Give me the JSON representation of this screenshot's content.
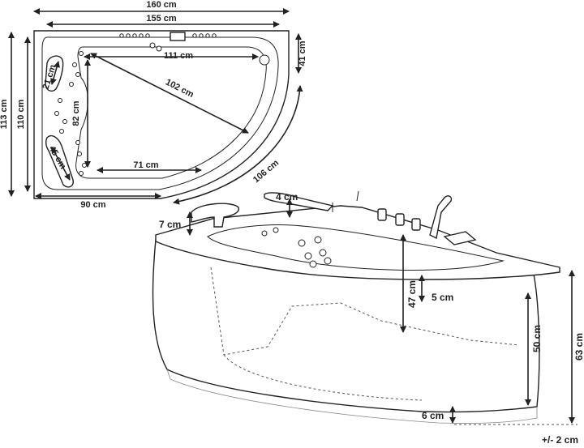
{
  "top_view": {
    "width_outer": "160 cm",
    "width_inner": "155 cm",
    "height_outer": "113 cm",
    "height_inner": "110 cm",
    "basin_top_length": "111 cm",
    "diagonal": "102 cm",
    "basin_height": "82 cm",
    "basin_bottom_length": "71 cm",
    "headrest_length": "21 cm",
    "armrest_length": "45 cm",
    "bottom_straight": "90 cm",
    "corner_depth": "41 cm",
    "curve_length": "106 cm"
  },
  "side_view": {
    "headrest_height": "7 cm",
    "rim_thickness": "4 cm",
    "inner_depth": "47 cm",
    "rim_step": "5 cm",
    "panel_height": "50 cm",
    "total_height": "63 cm",
    "foot_height": "6 cm",
    "tolerance": "+/- 2 cm"
  }
}
